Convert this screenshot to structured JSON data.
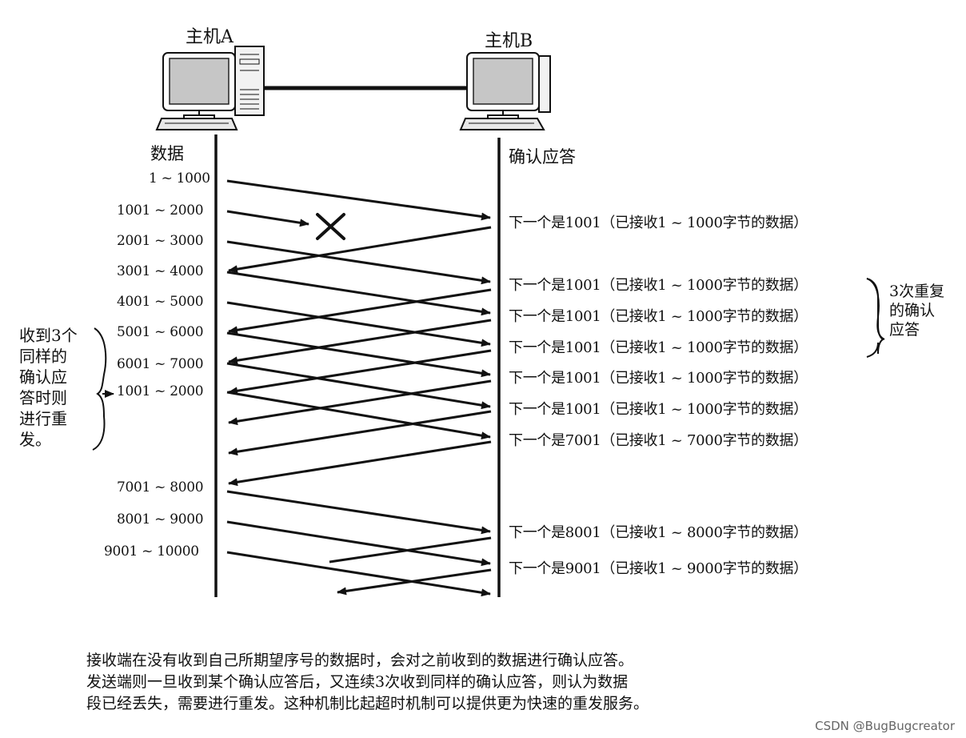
{
  "hosts": {
    "a": "主机A",
    "b": "主机B"
  },
  "columns": {
    "sender": "数据",
    "receiver": "确认应答"
  },
  "segments": [
    "1 ~ 1000",
    "1001 ~ 2000",
    "2001 ~ 3000",
    "3001 ~ 4000",
    "4001 ~ 5000",
    "5001 ~ 6000",
    "6001 ~ 7000",
    "1001 ~ 2000",
    "7001 ~ 8000",
    "8001 ~ 9000",
    "9001 ~ 10000"
  ],
  "acks": [
    "下一个是1001（已接收1 ~ 1000字节的数据）",
    "下一个是1001（已接收1 ~ 1000字节的数据）",
    "下一个是1001（已接收1 ~ 1000字节的数据）",
    "下一个是1001（已接收1 ~ 1000字节的数据）",
    "下一个是1001（已接收1 ~ 1000字节的数据）",
    "下一个是1001（已接收1 ~ 1000字节的数据）",
    "下一个是7001（已接收1 ~ 7000字节的数据）",
    "下一个是8001（已接收1 ~ 8000字节的数据）",
    "下一个是9001（已接收1 ~ 9000字节的数据）"
  ],
  "notes": {
    "dup_ack": [
      "3次重复",
      "的确认",
      "应答"
    ],
    "resend": [
      "收到3个",
      "同样的",
      "确认应",
      "答时则",
      "进行重",
      "发。"
    ]
  },
  "caption": [
    "接收端在没有收到自己所期望序号的数据时，会对之前收到的数据进行确认应答。",
    "发送端则一旦收到某个确认应答后，又连续3次收到同样的确认应答，则认为数据",
    "段已经丢失，需要进行重发。这种机制比起超时机制可以提供更为快速的重发服务。"
  ],
  "credit": "CSDN @BugBugcreator"
}
